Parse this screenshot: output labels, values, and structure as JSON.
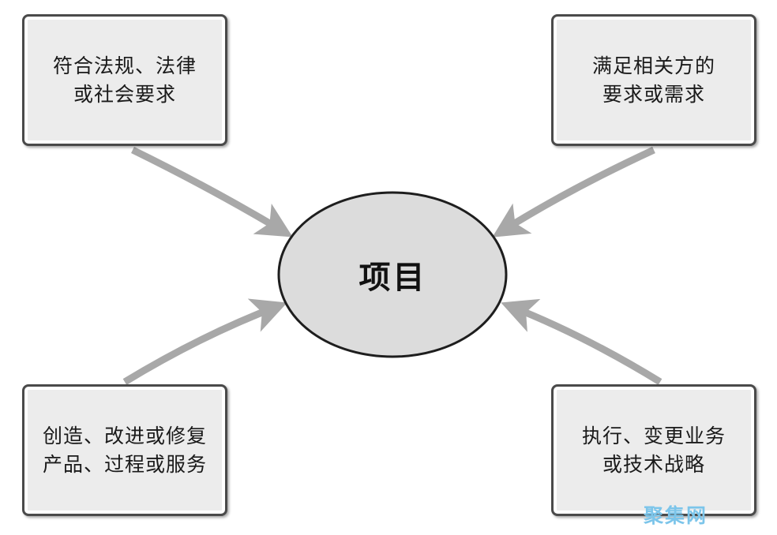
{
  "center": {
    "label": "项目"
  },
  "boxes": [
    {
      "lines": [
        "符合法规、法律",
        "或社会要求"
      ]
    },
    {
      "lines": [
        "满足相关方的",
        "要求或需求"
      ]
    },
    {
      "lines": [
        "创造、改进或修复",
        "产品、过程或服务"
      ]
    },
    {
      "lines": [
        "执行、变更业务",
        "或技术战略"
      ]
    }
  ],
  "watermark": "聚集网",
  "colors": {
    "box_fill": "#ececec",
    "box_border": "#4a4a4a",
    "ellipse_fill": "#dcdcdc",
    "ellipse_border": "#1e1e1e",
    "arrow": "#a8a8a8",
    "watermark": "#7cc5ea"
  }
}
